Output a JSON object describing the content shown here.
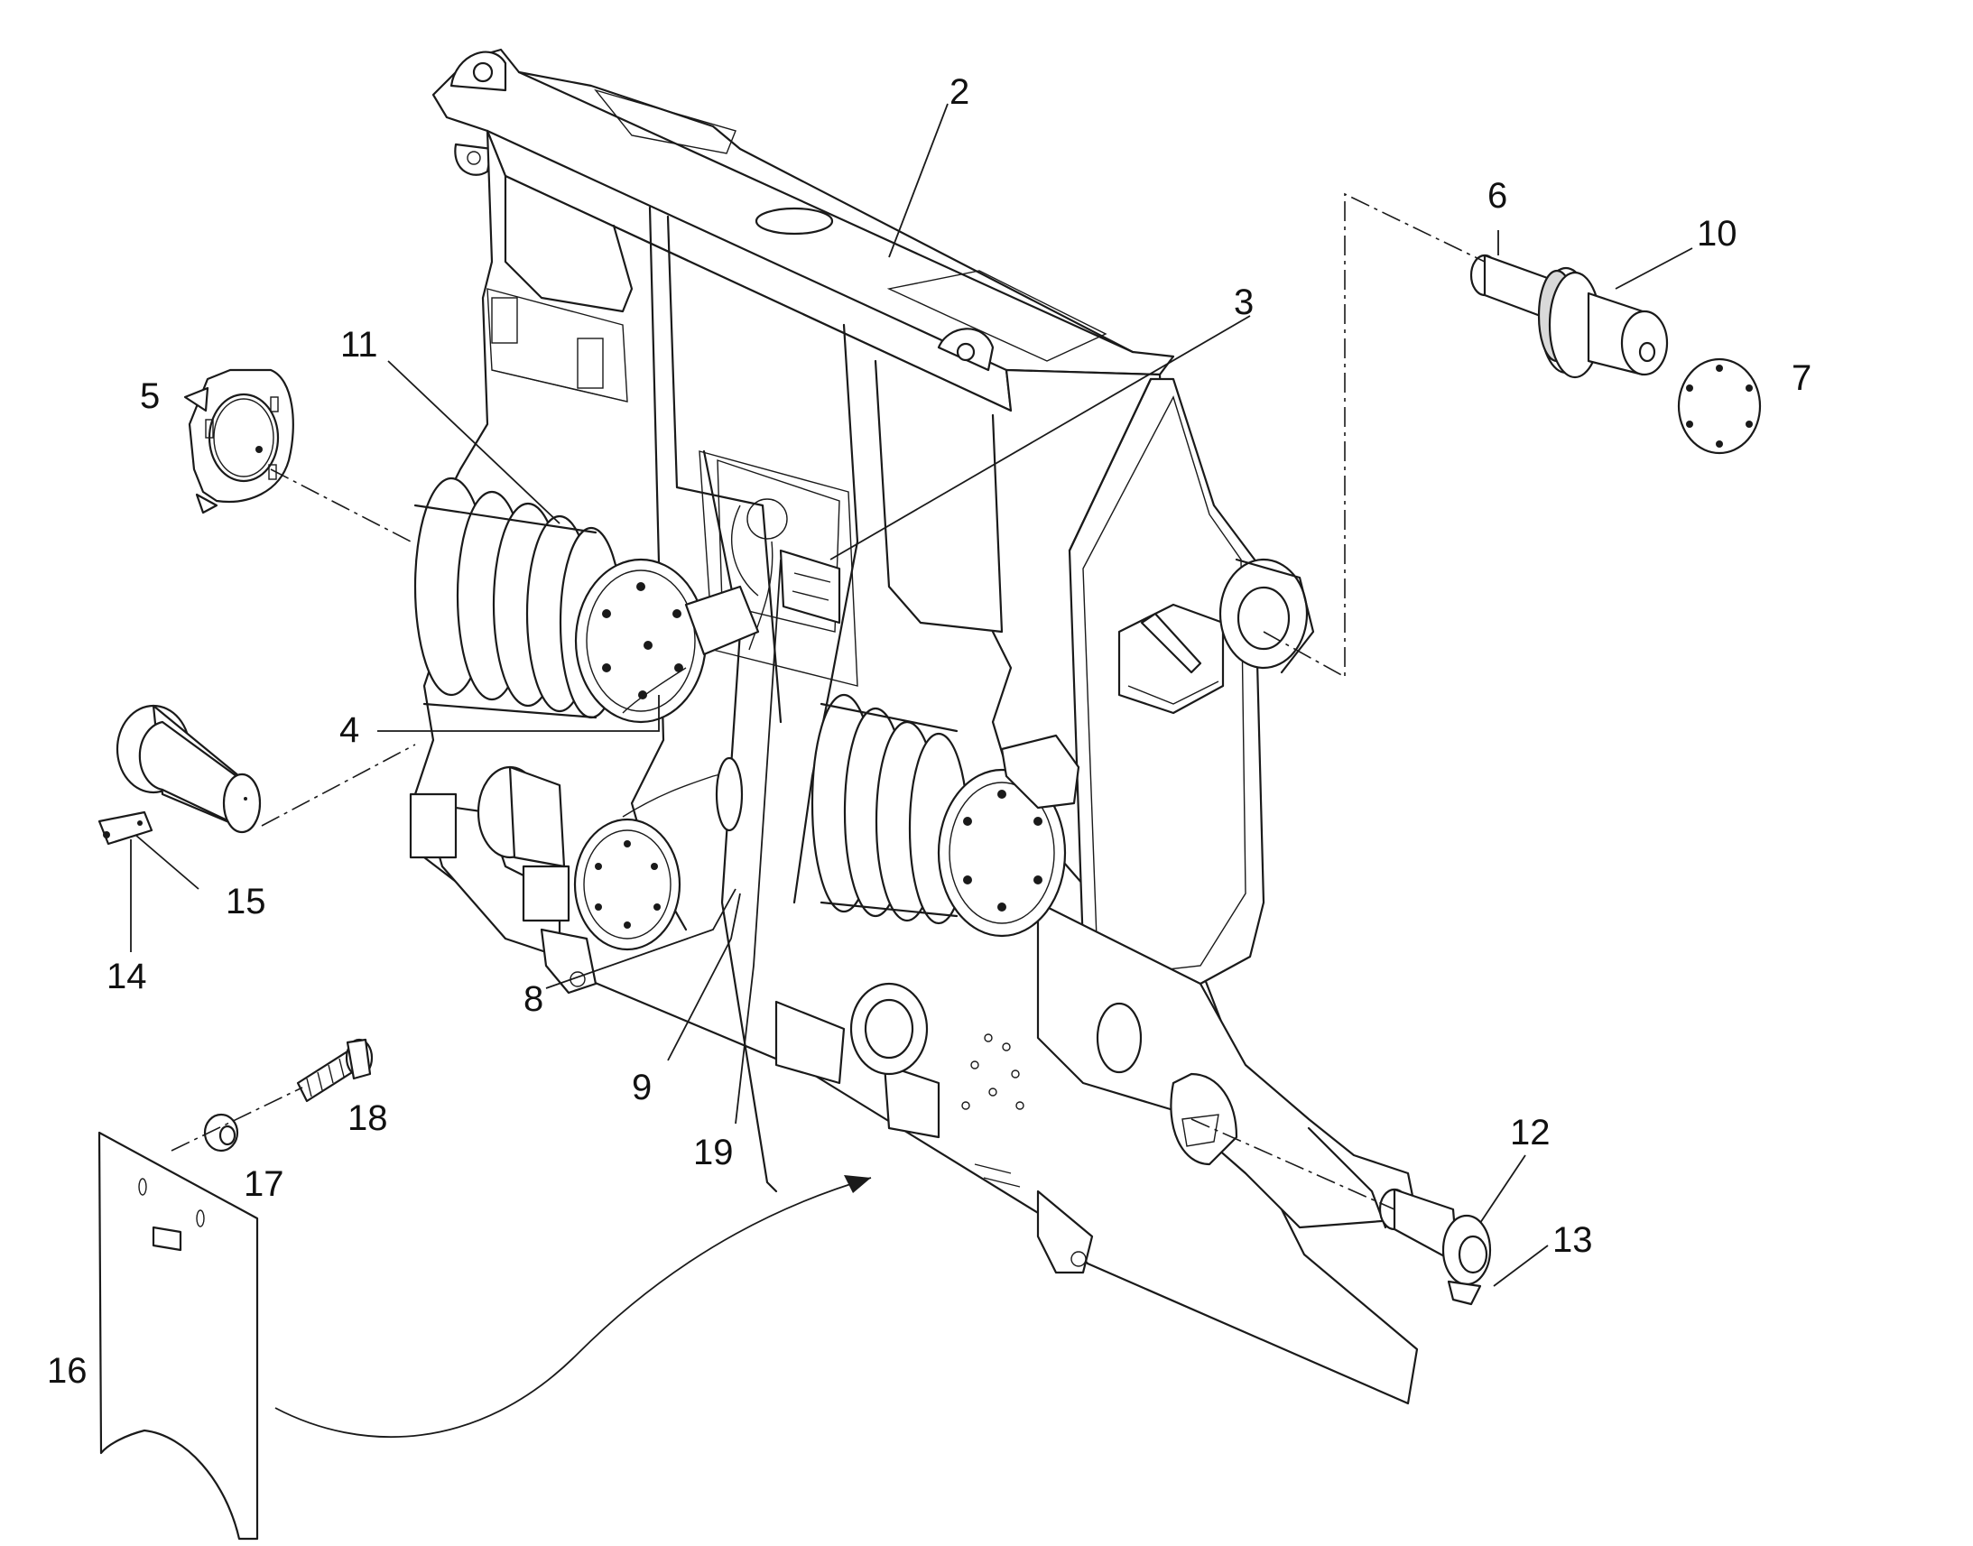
{
  "colors": {
    "line": "#1a1a1a",
    "background": "#ffffff"
  },
  "callouts": [
    {
      "id": "2",
      "text": "2"
    },
    {
      "id": "3",
      "text": "3"
    },
    {
      "id": "4",
      "text": "4"
    },
    {
      "id": "5",
      "text": "5"
    },
    {
      "id": "6",
      "text": "6"
    },
    {
      "id": "7",
      "text": "7"
    },
    {
      "id": "8",
      "text": "8"
    },
    {
      "id": "9",
      "text": "9"
    },
    {
      "id": "10",
      "text": "10"
    },
    {
      "id": "11",
      "text": "11"
    },
    {
      "id": "12",
      "text": "12"
    },
    {
      "id": "13",
      "text": "13"
    },
    {
      "id": "14",
      "text": "14"
    },
    {
      "id": "15",
      "text": "15"
    },
    {
      "id": "16",
      "text": "16"
    },
    {
      "id": "17",
      "text": "17"
    },
    {
      "id": "18",
      "text": "18"
    },
    {
      "id": "19",
      "text": "19"
    }
  ]
}
